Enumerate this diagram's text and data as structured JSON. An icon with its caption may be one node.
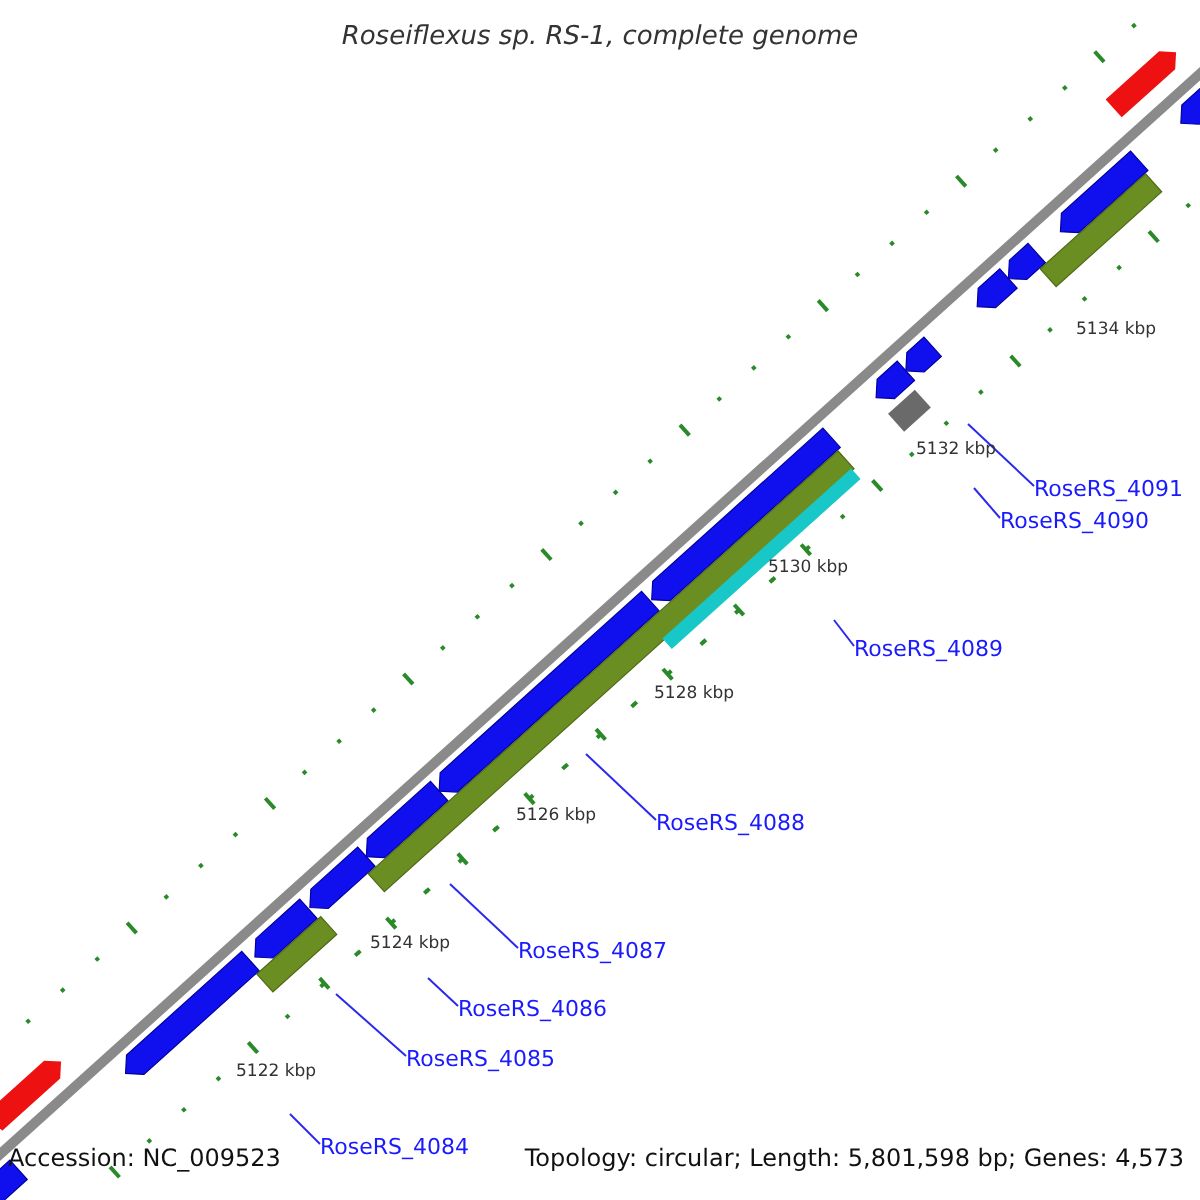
{
  "diagram": {
    "title": "Roseiflexus sp. RS-1, complete genome",
    "nodes": [
      {
        "text": [
          "RoseRS_4091"
        ]
      },
      {
        "text": [
          "RoseRS_4090"
        ]
      },
      {
        "text": [
          "RoseRS_4089"
        ]
      },
      {
        "text": [
          "RoseRS_4088"
        ]
      },
      {
        "text": [
          "RoseRS_4087"
        ]
      },
      {
        "text": [
          "RoseRS_4086"
        ]
      },
      {
        "text": [
          "RoseRS_4085"
        ]
      },
      {
        "text": [
          "RoseRS_4084"
        ]
      }
    ],
    "edges": [
      {
        "from": 0,
        "to": null,
        "arrow": "none"
      },
      {
        "from": 1,
        "to": null,
        "arrow": "none"
      },
      {
        "from": 2,
        "to": null,
        "arrow": "none"
      },
      {
        "from": 3,
        "to": null,
        "arrow": "none"
      },
      {
        "from": 4,
        "to": null,
        "arrow": "none"
      },
      {
        "from": 5,
        "to": null,
        "arrow": "none"
      },
      {
        "from": 6,
        "to": null,
        "arrow": "none"
      },
      {
        "from": 7,
        "to": null,
        "arrow": "none"
      }
    ],
    "labels": [
      "5134 kbp",
      "5132 kbp",
      "5130 kbp",
      "5128 kbp",
      "5126 kbp",
      "5124 kbp",
      "5122 kbp",
      "Accession: NC_009523",
      "Topology: circular; Length: 5,801,598 bp; Genes: 4,573"
    ]
  }
}
